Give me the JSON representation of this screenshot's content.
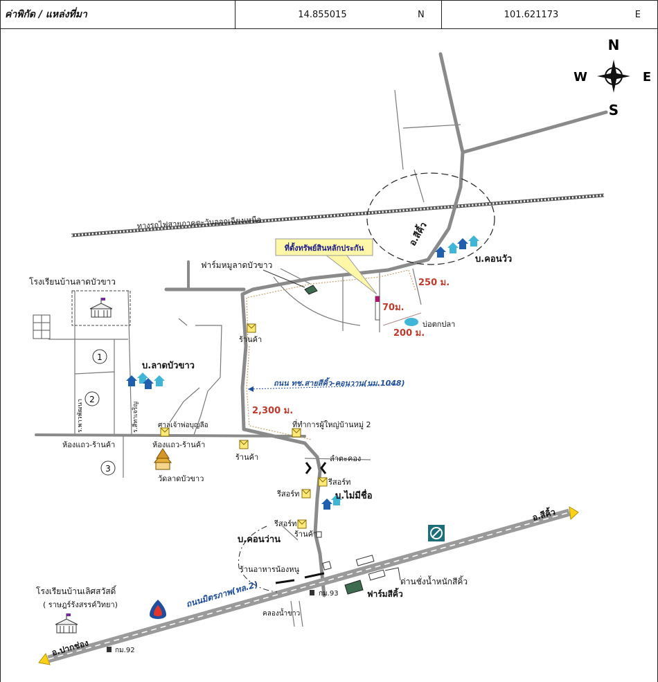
{
  "header": {
    "title": "ค่าพิกัด / แหล่งที่มา",
    "lat_value": "14.855015",
    "lat_dir": "N",
    "lon_value": "101.621173",
    "lon_dir": "E"
  },
  "compass": {
    "n": "N",
    "s": "S",
    "e": "E",
    "w": "W"
  },
  "labels": {
    "railway": "ทางรถไฟสายภาคตะวันออกเฉียงเหนือ",
    "property_callout": "ที่ตั้งทรัพย์สินหลักประกัน",
    "pig_farm": "ฟาร์มหมูลาดบัวขาว",
    "school_ladbuakhao": "โรงเรียนบ้านลาดบัวขาว",
    "village_ladbuakhao": "บ.ลาดบัวขาว",
    "village_khonwua": "บ.คอนวัว",
    "district_sikhiu_top": "อ.สีคิ้ว",
    "dist_250": "250 ม.",
    "dist_70": "70ม.",
    "dist_200": "200 ม.",
    "fish_pond": "บ่อตกปลา",
    "shop_1": "ร้านค้า",
    "road_1048": "ถนน ทช.สายสีคิ้ว-คอนวาน(นม.1048)",
    "dist_2300": "2,300 ม.",
    "village_head_office": "ที่ทำการผู้ใหญ่บ้านหมู่ 2",
    "shrine": "ศาลเจ้าพ่อบุญลือ",
    "soi_left": "ร.พาวพัฒนา",
    "soi_right": "ร.สีทาเจริญ",
    "shop_rooms_1": "ห้องแถว-ร้านค้า",
    "shop_rooms_2": "ห้องแถว-ร้านค้า",
    "shop_2": "ร้านค้า",
    "wat": "วัดลาดบัวขาว",
    "canal": "ลำตะคอง",
    "resort_1": "รีสอร์ท",
    "resort_2": "รีสอร์ท",
    "resort_3": "รีสอร์ท",
    "village_maimeechue": "บ.ไม่มีชื่อ",
    "village_khonwan": "บ.คอนว่าน",
    "shop_3": "ร้านค้า",
    "restaurant": "ร้านอาหารน้องหนู",
    "highway": "ถนนมิตรภาพ(ทล.2)",
    "weigh_station": "ด่านชั่งน้ำหนักสีคิ้ว",
    "farm_sikhiu": "ฟาร์มสีคิ้ว",
    "km93": "กม.93",
    "km92": "กม.92",
    "canal_namkhao": "คลองน้ำขาว",
    "school_lertsawat": "โรงเรียนบ้านเลิศสวัสดิ์",
    "school_lertsawat_sub": "( ราษฎร์รังสรรค์วิทยา)",
    "district_sikhiu_right": "อ.สีคิ้ว",
    "district_pakchong": "อ.ปากช่อง",
    "marker_1": "1",
    "marker_2": "2",
    "marker_3": "3"
  },
  "colors": {
    "road": "#8a8a8a",
    "highway": "#9a9a9a",
    "distance_text": "#c0392b",
    "road_label": "#1f4e9e",
    "house": "#1e5fb0",
    "house_light": "#3fb6d8",
    "callout_fill": "#fff7a8",
    "arrow_yellow": "#ffd21a"
  }
}
